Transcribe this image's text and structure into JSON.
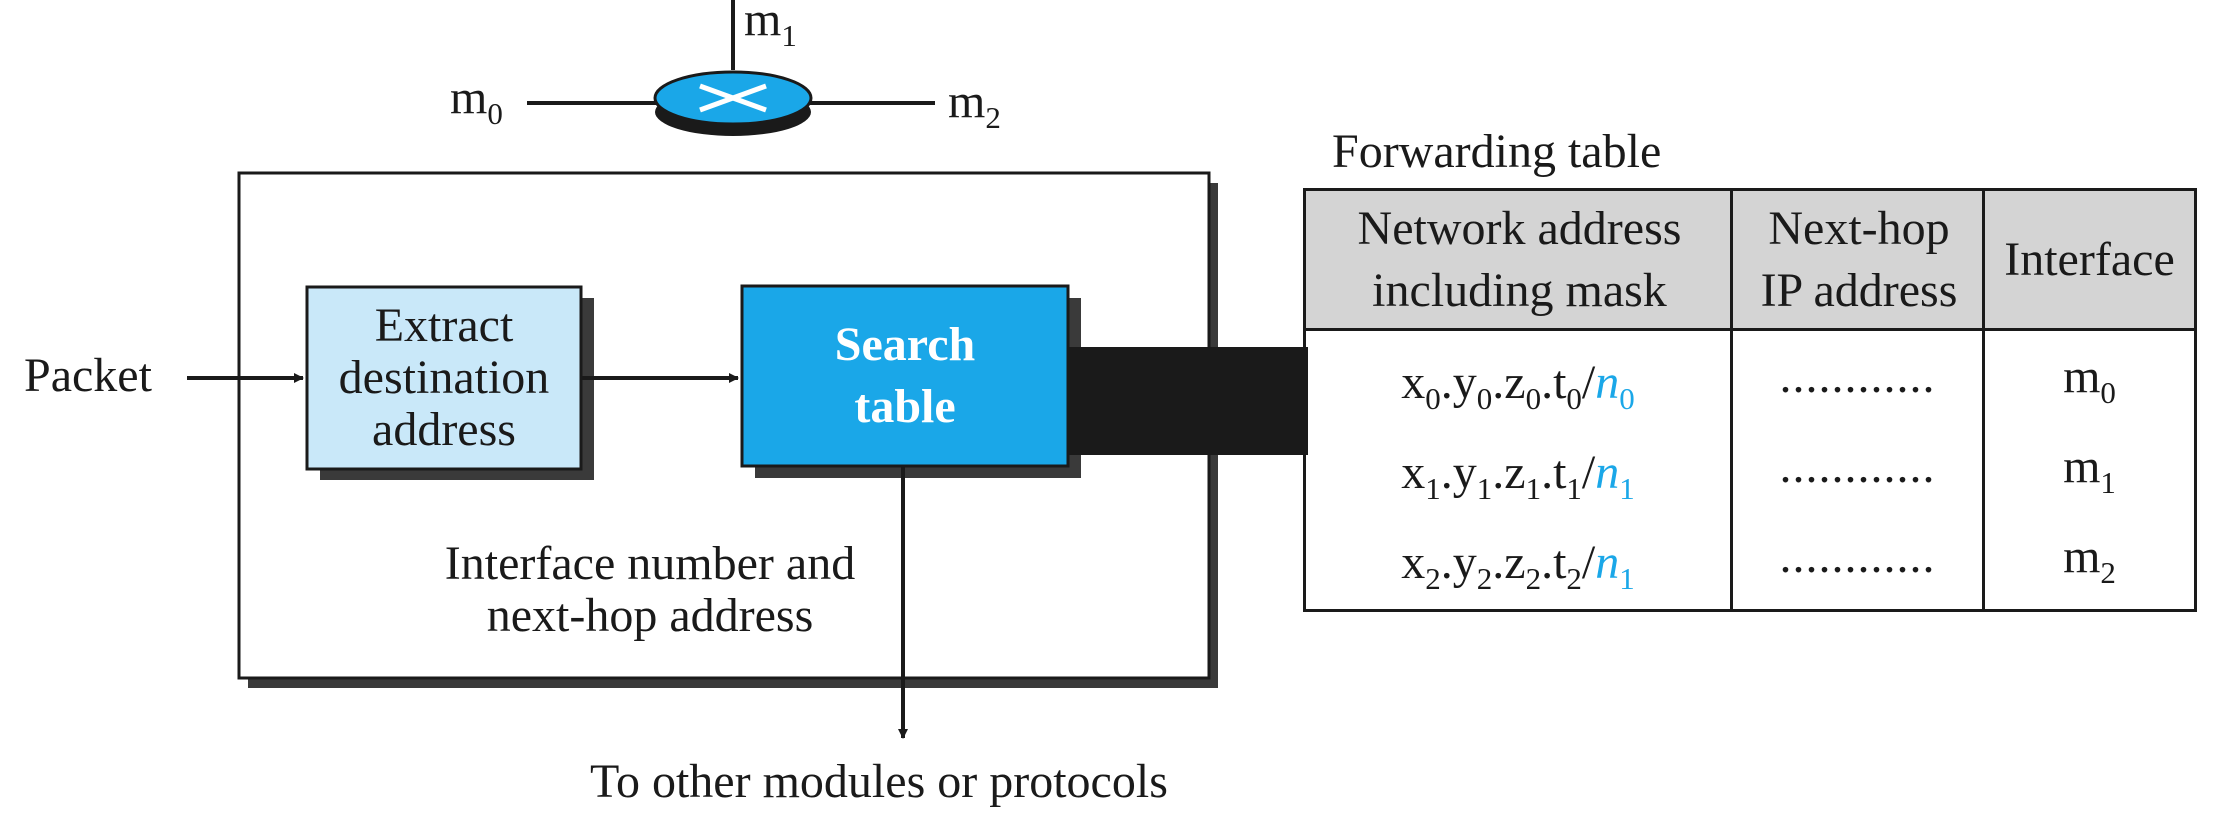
{
  "router": {
    "ports": [
      {
        "base": "m",
        "sub": "0"
      },
      {
        "base": "m",
        "sub": "1"
      },
      {
        "base": "m",
        "sub": "2"
      }
    ]
  },
  "input_label": "Packet",
  "extract_box": {
    "lines": [
      "Extract",
      "destination",
      "address"
    ]
  },
  "search_box": {
    "lines": [
      "Search",
      "table"
    ]
  },
  "result_label": {
    "lines": [
      "Interface number and",
      "next-hop address"
    ]
  },
  "output_label": "To other modules or protocols",
  "forwarding_table": {
    "title": "Forwarding table",
    "headers": [
      {
        "lines": [
          "Network address",
          "including mask"
        ]
      },
      {
        "lines": [
          "Next-hop",
          "IP address"
        ]
      },
      {
        "lines": [
          "Interface"
        ]
      }
    ],
    "rows": [
      {
        "i": "0",
        "n_sub": "0",
        "next_hop": "............",
        "interface_base": "m",
        "interface_sub": "0"
      },
      {
        "i": "1",
        "n_sub": "1",
        "next_hop": "............",
        "interface_base": "m",
        "interface_sub": "1"
      },
      {
        "i": "2",
        "n_sub": "1",
        "next_hop": "............",
        "interface_base": "m",
        "interface_sub": "2"
      }
    ]
  },
  "colors": {
    "search_fill": "#1aa7e8",
    "extract_fill": "#c9e8f9",
    "header_fill": "#d4d4d4",
    "shadow": "#3a3a3a",
    "accent_text": "#1aa7e8"
  }
}
